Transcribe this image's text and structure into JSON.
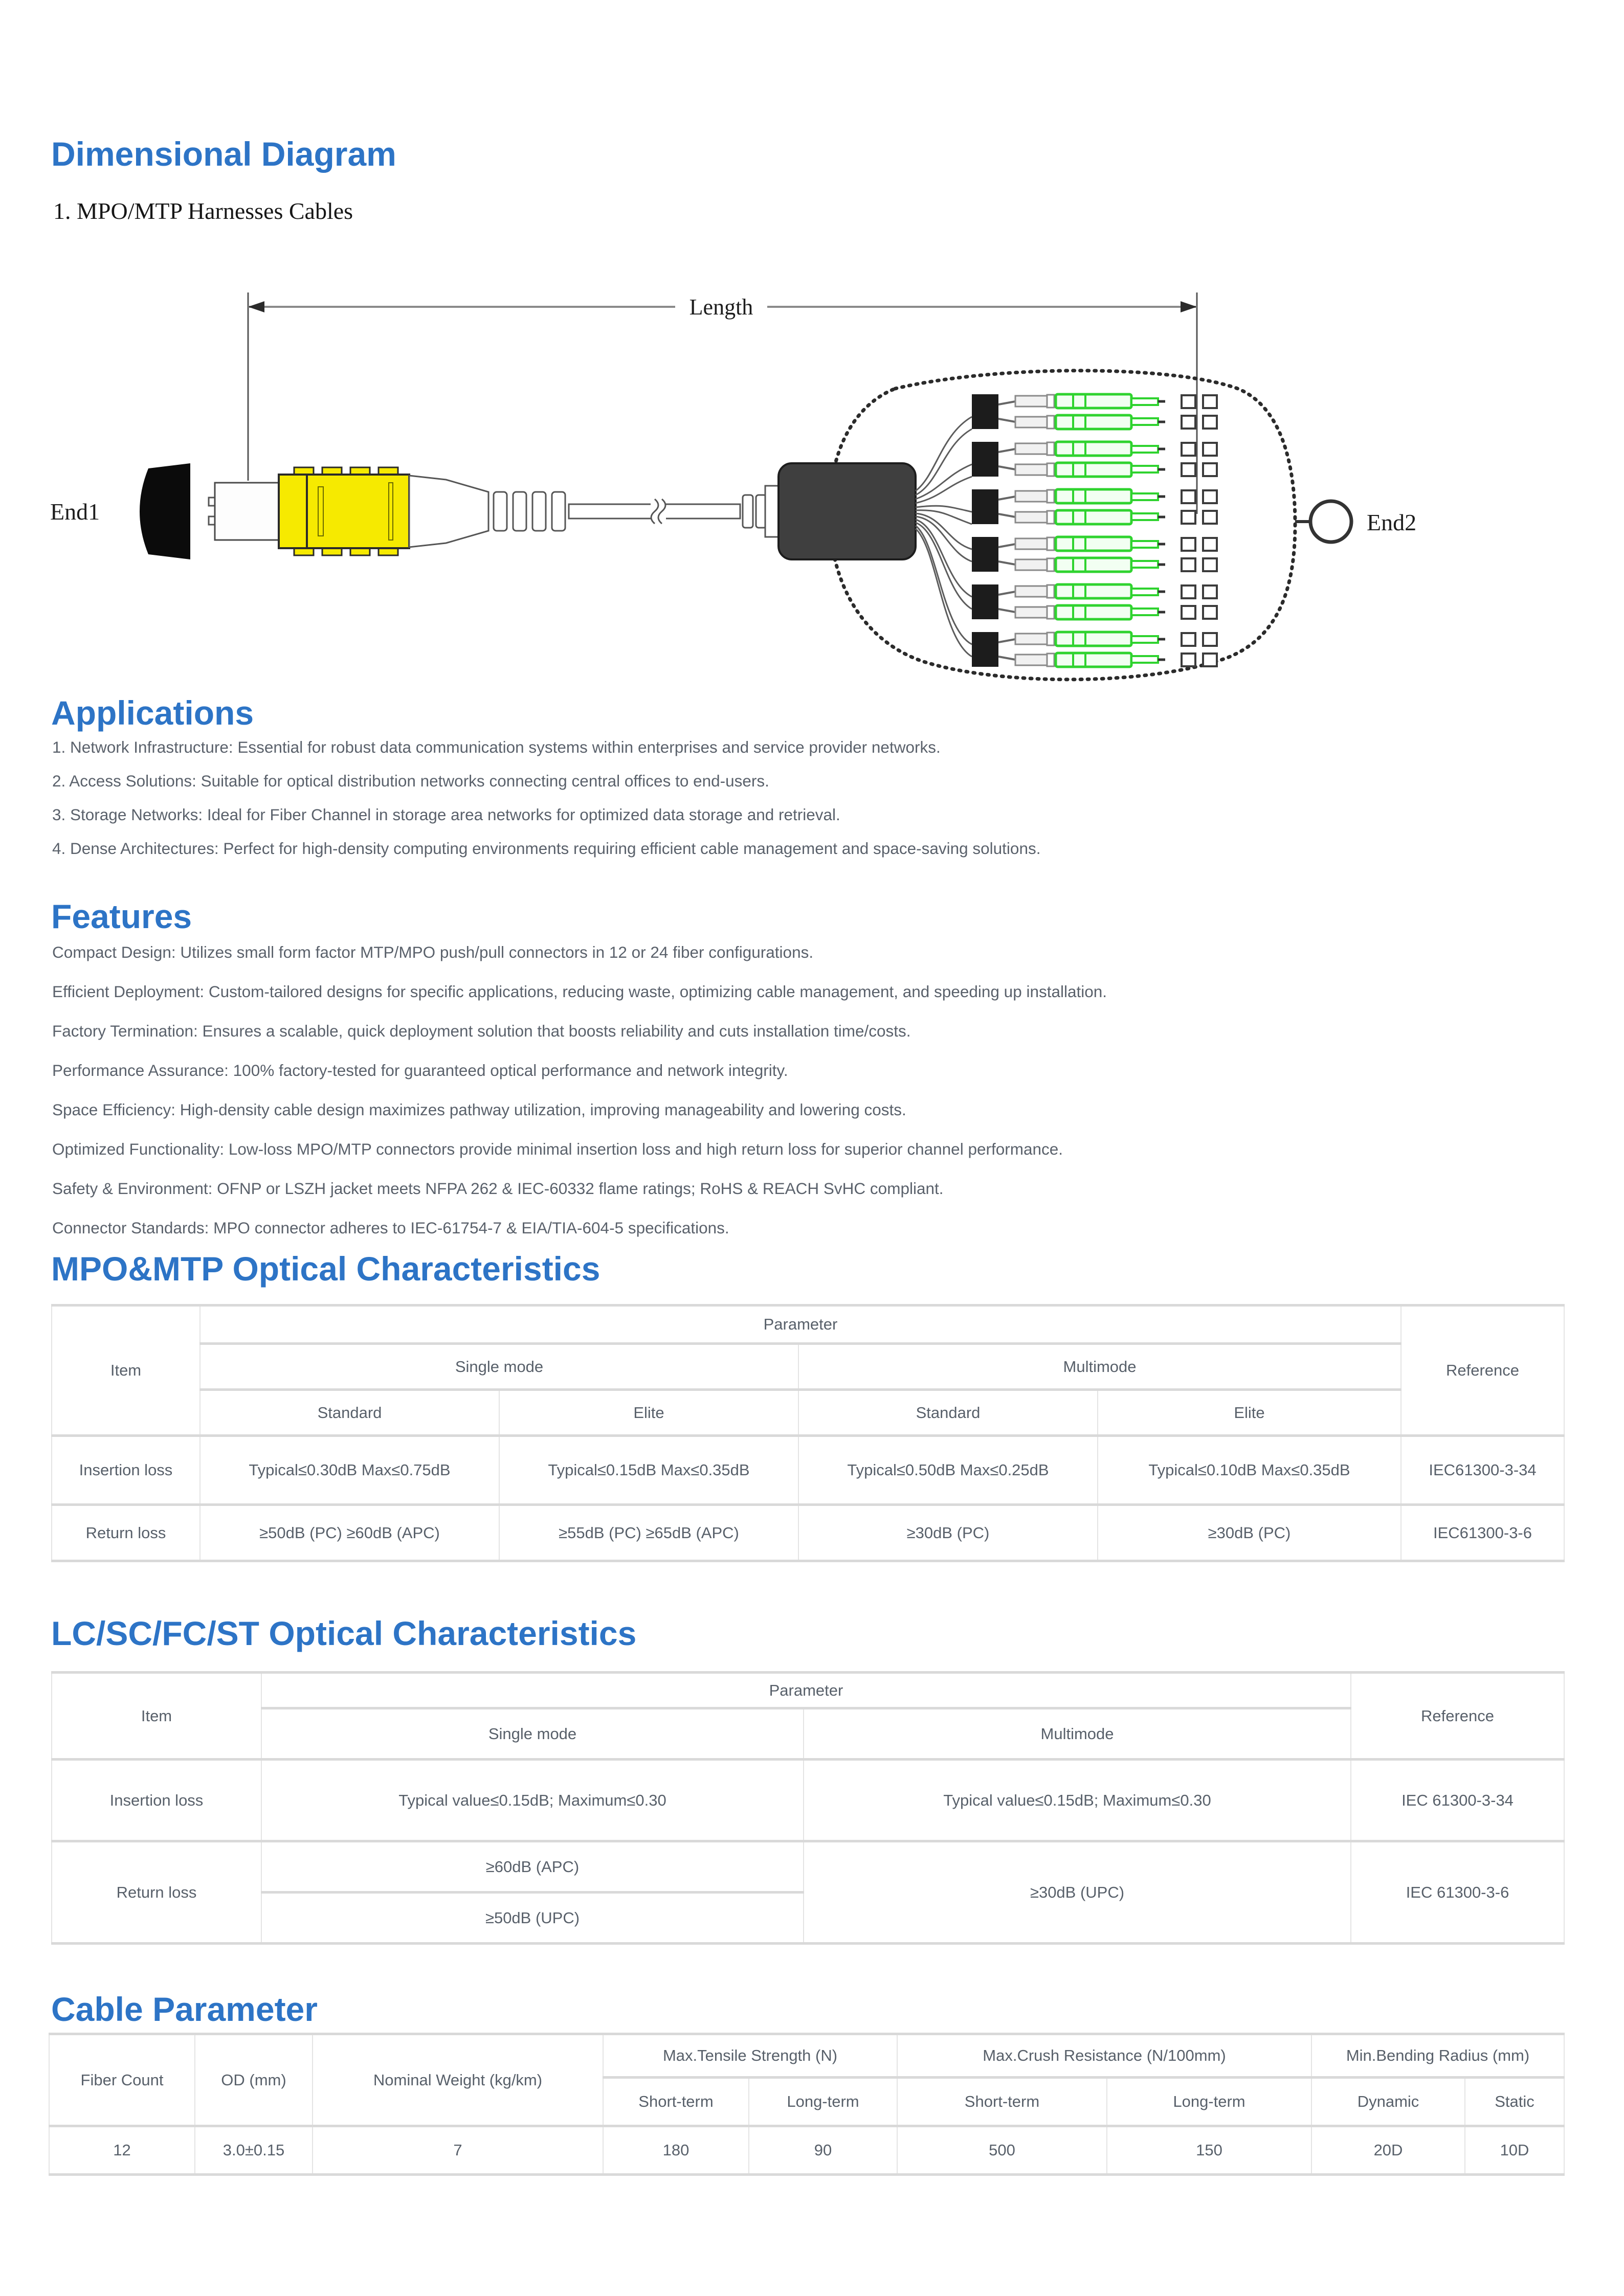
{
  "sections": {
    "dimensional": {
      "title": "Dimensional Diagram",
      "subtitle": "1. MPO/MTP Harnesses Cables",
      "diagram": {
        "length_label": "Length",
        "end1_label": "End1",
        "end2_label": "End2"
      }
    },
    "applications": {
      "title": "Applications",
      "items": [
        "1. Network Infrastructure: Essential for robust data communication systems within enterprises and service provider networks.",
        "2. Access Solutions: Suitable for optical distribution networks connecting central offices to end-users.",
        "3. Storage Networks: Ideal for Fiber Channel in storage area networks for optimized data storage and retrieval.",
        "4. Dense Architectures: Perfect for high-density computing environments requiring efficient cable management and space-saving solutions."
      ]
    },
    "features": {
      "title": "Features",
      "items": [
        "Compact Design: Utilizes small form factor MTP/MPO push/pull connectors in 12 or 24 fiber configurations.",
        "Efficient Deployment: Custom-tailored designs for specific applications, reducing waste, optimizing cable management, and speeding up installation.",
        "Factory Termination: Ensures a scalable, quick deployment solution that boosts reliability and cuts installation time/costs.",
        "Performance Assurance: 100% factory-tested for guaranteed optical performance and network integrity.",
        "Space Efficiency: High-density cable design maximizes pathway utilization, improving manageability and lowering costs.",
        "Optimized Functionality: Low-loss MPO/MTP connectors provide minimal insertion loss and high return loss for superior channel performance.",
        "Safety & Environment: OFNP or LSZH jacket meets NFPA 262 & IEC-60332 flame ratings; RoHS & REACH SvHC compliant.",
        "Connector Standards: MPO connector adheres to IEC-61754-7 & EIA/TIA-604-5 specifications."
      ]
    },
    "mpo_optical": {
      "title": "MPO&MTP Optical Characteristics",
      "table": {
        "item_header": "Item",
        "parameter_header": "Parameter",
        "reference_header": "Reference",
        "mode_headers": [
          "Single mode",
          "Multimode"
        ],
        "grade_headers": [
          "Standard",
          "Elite",
          "Standard",
          "Elite"
        ],
        "rows": [
          {
            "item": "Insertion loss",
            "values": [
              "Typical≤0.30dB Max≤0.75dB",
              "Typical≤0.15dB Max≤0.35dB",
              "Typical≤0.50dB Max≤0.25dB",
              "Typical≤0.10dB Max≤0.35dB"
            ],
            "reference": "IEC61300-3-34"
          },
          {
            "item": "Return loss",
            "values": [
              "≥50dB (PC) ≥60dB (APC)",
              "≥55dB (PC) ≥65dB (APC)",
              "≥30dB (PC)",
              "≥30dB (PC)"
            ],
            "reference": "IEC61300-3-6"
          }
        ]
      }
    },
    "lc_optical": {
      "title": "LC/SC/FC/ST Optical Characteristics",
      "table": {
        "item_header": "Item",
        "parameter_header": "Parameter",
        "reference_header": "Reference",
        "mode_headers": [
          "Single mode",
          "Multimode"
        ],
        "insertion_row": {
          "item": "Insertion loss",
          "single": "Typical value≤0.15dB; Maximum≤0.30",
          "multi": "Typical value≤0.15dB; Maximum≤0.30",
          "reference": "IEC 61300-3-34"
        },
        "return_row": {
          "item": "Return loss",
          "single_apc": "≥60dB (APC)",
          "single_upc": "≥50dB (UPC)",
          "multi": "≥30dB (UPC)",
          "reference": "IEC 61300-3-6"
        }
      }
    },
    "cable": {
      "title": "Cable Parameter",
      "table": {
        "simple_headers": [
          "Fiber Count",
          "OD (mm)",
          "Nominal Weight (kg/km)"
        ],
        "group_headers": [
          "Max.Tensile Strength (N)",
          "Max.Crush Resistance (N/100mm)",
          "Min.Bending Radius (mm)"
        ],
        "sub_headers": [
          "Short-term",
          "Long-term",
          "Short-term",
          "Long-term",
          "Dynamic",
          "Static"
        ],
        "row": [
          "12",
          "3.0±0.15",
          "7",
          "180",
          "90",
          "500",
          "150",
          "20D",
          "10D"
        ]
      }
    }
  },
  "colors": {
    "accent_blue": "#2d74c6",
    "body_text": "#5a616b",
    "table_border": "#d9d9d9",
    "connector_yellow": "#f6ea00",
    "connector_green": "#2fd32f"
  }
}
